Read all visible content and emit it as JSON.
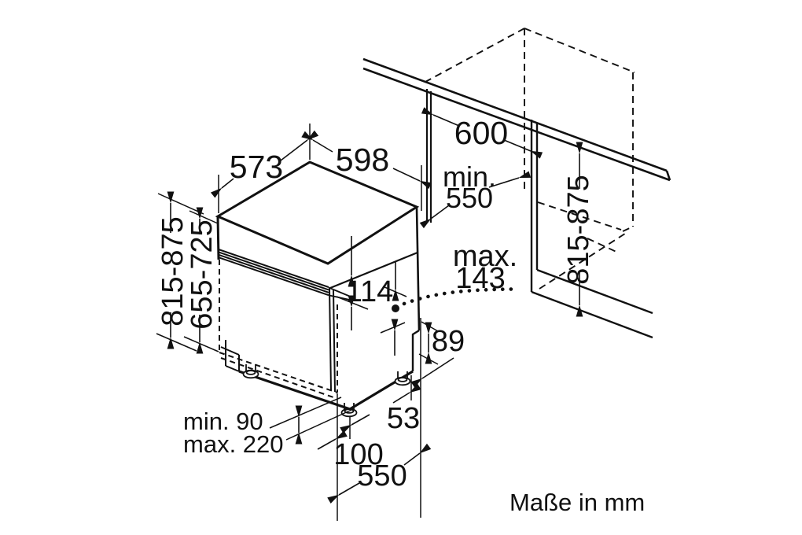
{
  "diagram": {
    "units_note": "Maße in mm",
    "dimensions": {
      "top_width_side": "573",
      "top_width_front": "598",
      "niche_width": "600",
      "niche_depth_label": "min.",
      "niche_depth_value": "550",
      "niche_height_right": "815-875",
      "appliance_height_left": "815-875",
      "door_panel_height": "655-725",
      "control_panel_height": "114",
      "hinge_label": "max.",
      "hinge_value": "143",
      "plinth_step_height": "89",
      "rear_foot_offset": "53",
      "plinth_min": "min. 90",
      "plinth_max": "max. 220",
      "foot_inset": "100",
      "appliance_depth": "550"
    },
    "colors": {
      "line": "#111111",
      "background": "#ffffff"
    }
  }
}
